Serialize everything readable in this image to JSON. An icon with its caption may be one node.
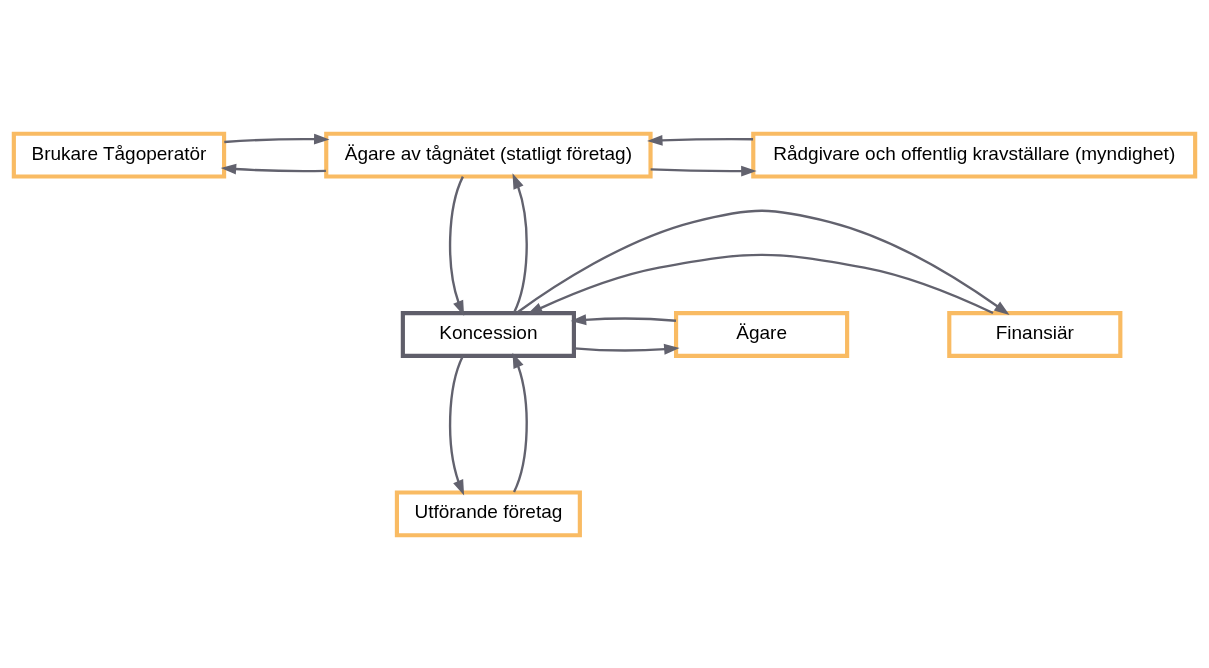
{
  "diagram": {
    "nodes": [
      {
        "text": [
          "Brukare Tågoperatör"
        ]
      },
      {
        "text": [
          "Ägare av tågnätet (statligt företag)"
        ]
      },
      {
        "text": [
          "Rådgivare och offentlig kravställare (myndighet)"
        ]
      },
      {
        "text": [
          "Finansiär"
        ]
      },
      {
        "text": [
          "Koncession"
        ]
      },
      {
        "text": [
          "Ägare"
        ]
      },
      {
        "text": [
          "Utförande företag"
        ]
      }
    ],
    "edges": [
      {
        "from": 1,
        "to": 0,
        "arrow": "to"
      },
      {
        "from": 0,
        "to": 1,
        "arrow": "to"
      },
      {
        "from": 1,
        "to": 2,
        "arrow": "to"
      },
      {
        "from": 2,
        "to": 1,
        "arrow": "to"
      },
      {
        "from": 4,
        "to": 1,
        "arrow": "to"
      },
      {
        "from": 1,
        "to": 4,
        "arrow": "to"
      },
      {
        "from": 3,
        "to": 4,
        "arrow": "to"
      },
      {
        "from": 4,
        "to": 3,
        "arrow": "to"
      },
      {
        "from": 4,
        "to": 5,
        "arrow": "to"
      },
      {
        "from": 5,
        "to": 4,
        "arrow": "to"
      },
      {
        "from": 6,
        "to": 4,
        "arrow": "to"
      },
      {
        "from": 4,
        "to": 6,
        "arrow": "to"
      }
    ]
  }
}
